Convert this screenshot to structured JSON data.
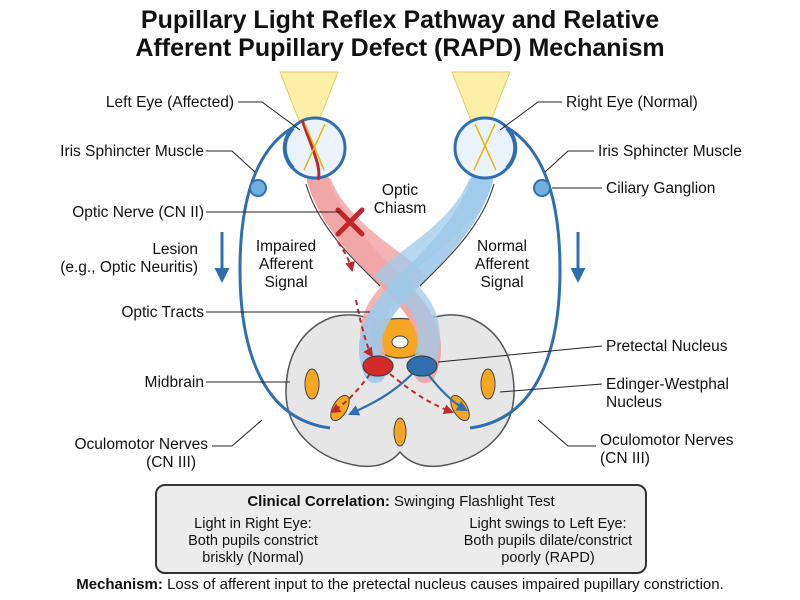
{
  "title": {
    "line1": "Pupillary Light Reflex Pathway and Relative",
    "line2": "Afferent Pupillary Defect (RAPD) Mechanism"
  },
  "left_labels": {
    "left_eye": "Left Eye (Affected)",
    "iris_sphincter": "Iris Sphincter Muscle",
    "optic_nerve": "Optic Nerve (CN II)",
    "lesion_1": "Lesion",
    "lesion_2": "(e.g., Optic Neuritis)",
    "optic_tracts": "Optic Tracts",
    "midbrain": "Midbrain",
    "oculomotor_1": "Oculomotor Nerves",
    "oculomotor_2": "(CN III)"
  },
  "right_labels": {
    "right_eye": "Right Eye (Normal)",
    "iris_sphincter": "Iris Sphincter Muscle",
    "ciliary_ganglion": "Ciliary Ganglion",
    "pretectal": "Pretectal Nucleus",
    "ew_1": "Edinger-Westphal",
    "ew_2": "Nucleus",
    "oculomotor_1": "Oculomotor Nerves",
    "oculomotor_2": "(CN III)"
  },
  "center_labels": {
    "chiasm_1": "Optic",
    "chiasm_2": "Chiasm",
    "impaired_1": "Impaired",
    "impaired_2": "Afferent",
    "impaired_3": "Signal",
    "normal_1": "Normal",
    "normal_2": "Afferent",
    "normal_3": "Signal"
  },
  "clinical": {
    "heading_bold": "Clinical Correlation:",
    "heading_rest": " Swinging Flashlight Test",
    "left_1": "Light in Right Eye:",
    "left_2": "Both pupils constrict",
    "left_3": "briskly (Normal)",
    "right_1": "Light swings to Left Eye:",
    "right_2": "Both pupils dilate/constrict",
    "right_3": "poorly (RAPD)"
  },
  "footer": {
    "bold": "Mechanism:",
    "rest": " Loss of afferent input to the pretectal nucleus causes impaired pupillary constriction."
  },
  "colors": {
    "affected_pathway": "#f2a7a7",
    "affected_signal": "#c0272d",
    "normal_pathway": "#9ec9ea",
    "normal_signal": "#2f6fb0",
    "nucleus_orange": "#f5a623",
    "midbrain_fill": "#e6e6e6",
    "light_beam": "#fdf0a6"
  }
}
